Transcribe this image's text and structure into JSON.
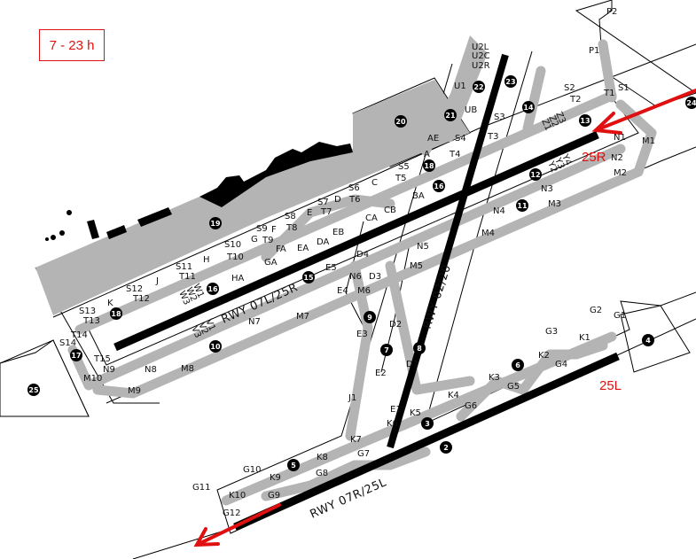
{
  "operating_hours": "7 - 23 h",
  "runways": {
    "north": "RWY 07L/25R",
    "cross": "RWY 02/20",
    "south": "RWY 07R/25L"
  },
  "active_runway_labels": [
    "25R",
    "25L"
  ],
  "colors": {
    "taxiway": "#b4b4b4",
    "runway": "#000000",
    "arrow": "#e01010",
    "apron": "#b4b4b4"
  },
  "taxiway_labels": [
    "P2",
    "P1",
    "S1",
    "T1",
    "S2",
    "T2",
    "S3",
    "T3",
    "S4",
    "T4",
    "U2L",
    "U2C",
    "U2R",
    "U1",
    "UB",
    "AE",
    "A",
    "S5",
    "T5",
    "C",
    "S6",
    "D",
    "T6",
    "S7",
    "E",
    "T7",
    "S8",
    "T8",
    "S9",
    "F",
    "G",
    "T9",
    "S10",
    "T10",
    "FA",
    "EA",
    "DA",
    "EB",
    "CA",
    "CB",
    "BA",
    "H",
    "GA",
    "S11",
    "T11",
    "J",
    "HA",
    "S12",
    "T12",
    "K",
    "S13",
    "T13",
    "T14",
    "S14",
    "T15",
    "N9",
    "N8",
    "M8",
    "M10",
    "M9",
    "N7",
    "M7",
    "E5",
    "D4",
    "N6",
    "D3",
    "E4",
    "M6",
    "E3",
    "D2",
    "D1",
    "E2",
    "J1",
    "E1",
    "K6",
    "K5",
    "K4",
    "G6",
    "K3",
    "G5",
    "K2",
    "G4",
    "K1",
    "G3",
    "G2",
    "G1",
    "K7",
    "G7",
    "K8",
    "G8",
    "K9",
    "G10",
    "G11",
    "K10",
    "G9",
    "G12",
    "N5",
    "M5",
    "N4",
    "M4",
    "N3",
    "M3",
    "N2",
    "M2",
    "N1",
    "M1"
  ],
  "rotated_labels": [
    "Z3",
    "Z2",
    "Z1",
    "Y4",
    "Y3",
    "Y2",
    "W1",
    "W2",
    "W3",
    "V1",
    "V2",
    "V3"
  ],
  "stand_numbers": [
    "20",
    "19",
    "21",
    "22",
    "23",
    "14",
    "13",
    "18",
    "16",
    "12",
    "11",
    "16",
    "15",
    "18",
    "17",
    "10",
    "9",
    "7",
    "8",
    "3",
    "2",
    "6",
    "5",
    "4",
    "25",
    "24"
  ]
}
